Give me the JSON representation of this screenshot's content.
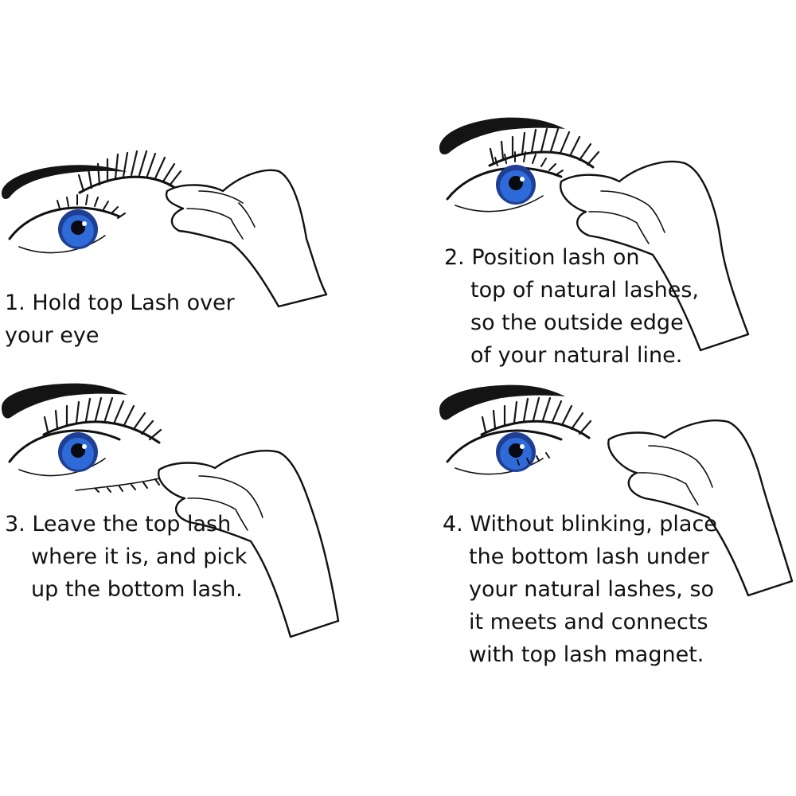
{
  "steps": [
    {
      "lines": [
        "1. Hold top Lash over",
        "your eye"
      ]
    },
    {
      "lines": [
        "2. Position lash on",
        "top of natural lashes,",
        "so the outside edge",
        "of your natural line."
      ]
    },
    {
      "lines": [
        "3. Leave the top lash",
        "where it is, and pick",
        "up the bottom lash."
      ]
    },
    {
      "lines": [
        "4. Without blinking, place",
        "the bottom lash under",
        "your natural lashes, so",
        "it meets and connects",
        "with top lash magnet."
      ]
    }
  ],
  "colors": {
    "iris": "#2f6bd8",
    "iris_edge": "#1f3f95",
    "line_art": "#111111",
    "background": "#ffffff"
  },
  "icons": [
    "eyebrow",
    "eye",
    "false-lash",
    "hand-holding-lash"
  ]
}
